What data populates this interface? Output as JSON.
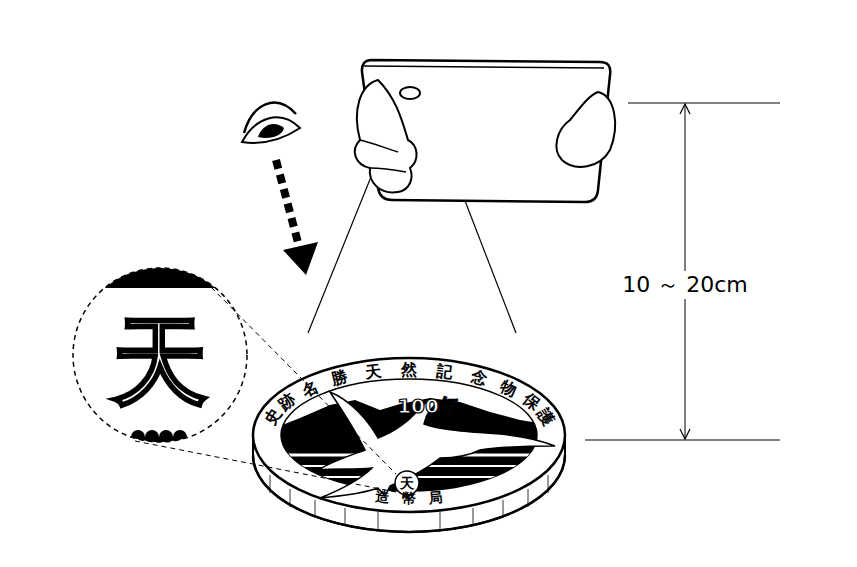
{
  "diagram": {
    "labels": [
      "10 ～ 20cm",
      "天",
      "史跡名勝天然記念物保護",
      "100年",
      "天",
      "造幣局"
    ]
  }
}
